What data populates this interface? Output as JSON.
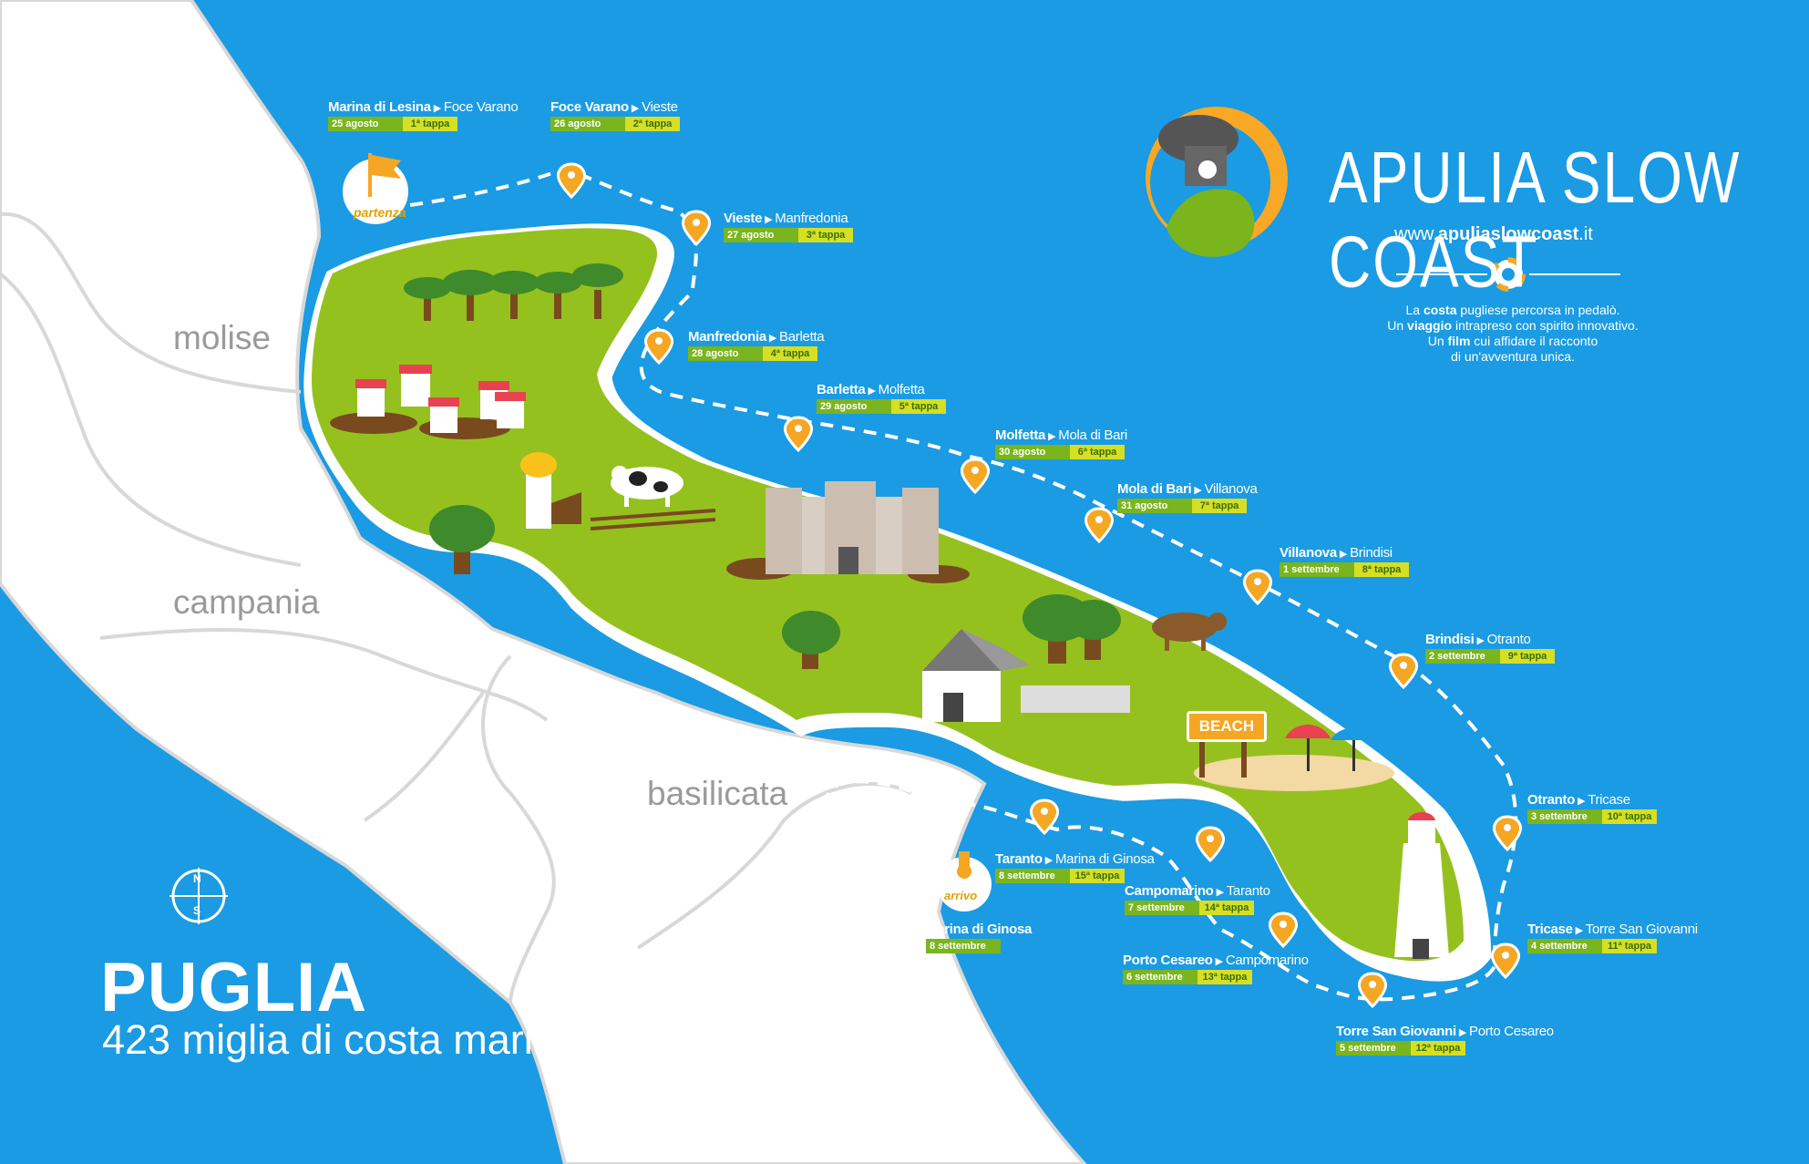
{
  "map": {
    "title": "PUGLIA",
    "subtitle": "423 miglia di costa marina",
    "regions": [
      {
        "id": "molise",
        "label": "molise"
      },
      {
        "id": "campania",
        "label": "campania"
      },
      {
        "id": "basilicata",
        "label": "basilicata"
      }
    ],
    "compass": {
      "north": "N",
      "south": "S"
    },
    "start_label": "partenza",
    "end_label": "arrivo",
    "beach_sign": "BEACH"
  },
  "brand": {
    "name": "APULIA SLOW COAST",
    "website_prefix": "www.",
    "website_bold": "apuliaslowcoast",
    "website_suffix": ".it"
  },
  "description": {
    "line1_a": "La ",
    "line1_b": "costa",
    "line1_c": " pugliese percorsa in pedalò.",
    "line2_a": "Un ",
    "line2_b": "viaggio",
    "line2_c": " intrapreso con spirito innovativo.",
    "line3_a": "Un ",
    "line3_b": "film",
    "line3_c": " cui affidare il racconto",
    "line4": "di un'avventura unica."
  },
  "stages": [
    {
      "from": "Marina di Lesina",
      "to": "Foce Varano",
      "date": "25 agosto",
      "tappa": "1ª tappa"
    },
    {
      "from": "Foce Varano",
      "to": "Vieste",
      "date": "26 agosto",
      "tappa": "2ª tappa"
    },
    {
      "from": "Vieste",
      "to": "Manfredonia",
      "date": "27 agosto",
      "tappa": "3ª tappa"
    },
    {
      "from": "Manfredonia",
      "to": "Barletta",
      "date": "28 agosto",
      "tappa": "4ª tappa"
    },
    {
      "from": "Barletta",
      "to": "Molfetta",
      "date": "29 agosto",
      "tappa": "5ª tappa"
    },
    {
      "from": "Molfetta",
      "to": "Mola di Bari",
      "date": "30 agosto",
      "tappa": "6ª tappa"
    },
    {
      "from": "Mola di Bari",
      "to": "Villanova",
      "date": "31 agosto",
      "tappa": "7ª tappa"
    },
    {
      "from": "Villanova",
      "to": "Brindisi",
      "date": "1 settembre",
      "tappa": "8ª tappa"
    },
    {
      "from": "Brindisi",
      "to": "Otranto",
      "date": "2 settembre",
      "tappa": "9ª tappa"
    },
    {
      "from": "Otranto",
      "to": "Tricase",
      "date": "3 settembre",
      "tappa": "10ª tappa"
    },
    {
      "from": "Tricase",
      "to": "Torre San Giovanni",
      "date": "4 settembre",
      "tappa": "11ª tappa"
    },
    {
      "from": "Torre San Giovanni",
      "to": "Porto Cesareo",
      "date": "5 settembre",
      "tappa": "12ª tappa"
    },
    {
      "from": "Porto Cesareo",
      "to": "Campomarino",
      "date": "6 settembre",
      "tappa": "13ª tappa"
    },
    {
      "from": "Campomarino",
      "to": "Taranto",
      "date": "7 settembre",
      "tappa": "14ª tappa"
    },
    {
      "from": "Taranto",
      "to": "Marina di Ginosa",
      "date": "8 settembre",
      "tappa": "15ª tappa"
    }
  ],
  "finish": {
    "name": "Marina di Ginosa",
    "date": "8 settembre"
  },
  "colors": {
    "sea": "#1a9be3",
    "puglia": "#95c11f",
    "neighbors": "#ffffff",
    "date_tag": "#7ab51d",
    "stage_tag": "#d6df23",
    "pin": "#f5a623",
    "start_flag": "#f5a623"
  },
  "icons": [
    "map-pin-icon",
    "start-flag-icon",
    "finish-medal-icon",
    "compass-icon",
    "lifebuoy-icon",
    "brand-logo-icon",
    "tree-icon",
    "house-icon",
    "cow-icon",
    "castle-icon",
    "trullo-icon",
    "lighthouse-icon",
    "umbrella-icon"
  ]
}
